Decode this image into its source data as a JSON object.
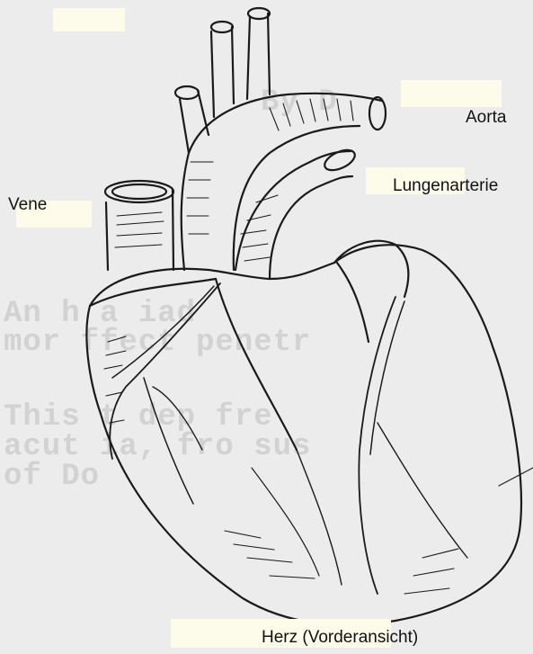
{
  "labels": {
    "aorta": "Aorta",
    "pulmonary_artery": "Lungenarterie",
    "vein": "Vene",
    "caption": "Herz (Vorderansicht)"
  },
  "background_text": {
    "line1": "By D",
    "line2": "An     h a        iad",
    "line3": "mor     ffect      penetr",
    "line4": "This     t dep      fre",
    "line5": "acut     ia, fro    sus",
    "line6": "of Do"
  },
  "colors": {
    "background": "#ececec",
    "answer_box": "#fdfbea",
    "ink": "#1a1a1a"
  }
}
